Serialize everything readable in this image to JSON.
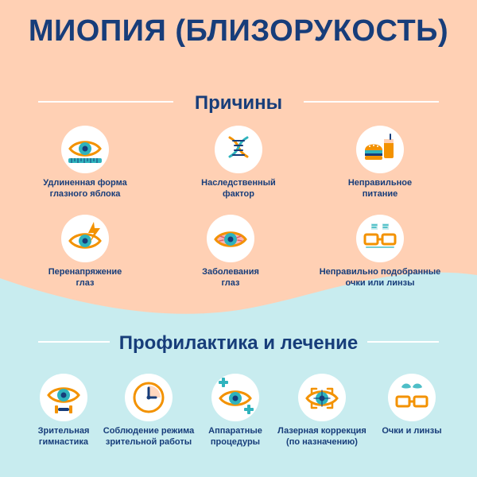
{
  "title": "МИОПИЯ (БЛИЗОРУКОСТЬ)",
  "colors": {
    "top_bg": "#FFD0B4",
    "bottom_bg": "#C8ECEF",
    "navy": "#173D7A",
    "orange": "#F39200",
    "teal": "#2FB3BD",
    "pink": "#F7B3B7"
  },
  "sections": {
    "causes": {
      "title": "Причины",
      "items": [
        {
          "icon": "eye-ruler-icon",
          "text": "Удлиненная форма\nглазного яблока"
        },
        {
          "icon": "dna-icon",
          "text": "Наследственный\nфактор"
        },
        {
          "icon": "burger-drink-icon",
          "text": "Неправильное\nпитание"
        },
        {
          "icon": "eye-lightning-icon",
          "text": "Перенапряжение\nглаз"
        },
        {
          "icon": "red-eye-icon",
          "text": "Заболевания\nглаз"
        },
        {
          "icon": "glasses-chart-icon",
          "text": "Неправильно подобранные\nочки или линзы"
        }
      ]
    },
    "prevention": {
      "title": "Профилактика и лечение",
      "items": [
        {
          "icon": "eye-exercise-icon",
          "text": "Зрительная\nгимнастика"
        },
        {
          "icon": "clock-icon",
          "text": "Соблюдение режима\nзрительной работы"
        },
        {
          "icon": "eye-plus-icon",
          "text": "Аппаратные\nпроцедуры"
        },
        {
          "icon": "laser-eye-icon",
          "text": "Лазерная коррекция\n(по назначению)"
        },
        {
          "icon": "glasses-lenses-icon",
          "text": "Очки и линзы"
        }
      ]
    }
  }
}
